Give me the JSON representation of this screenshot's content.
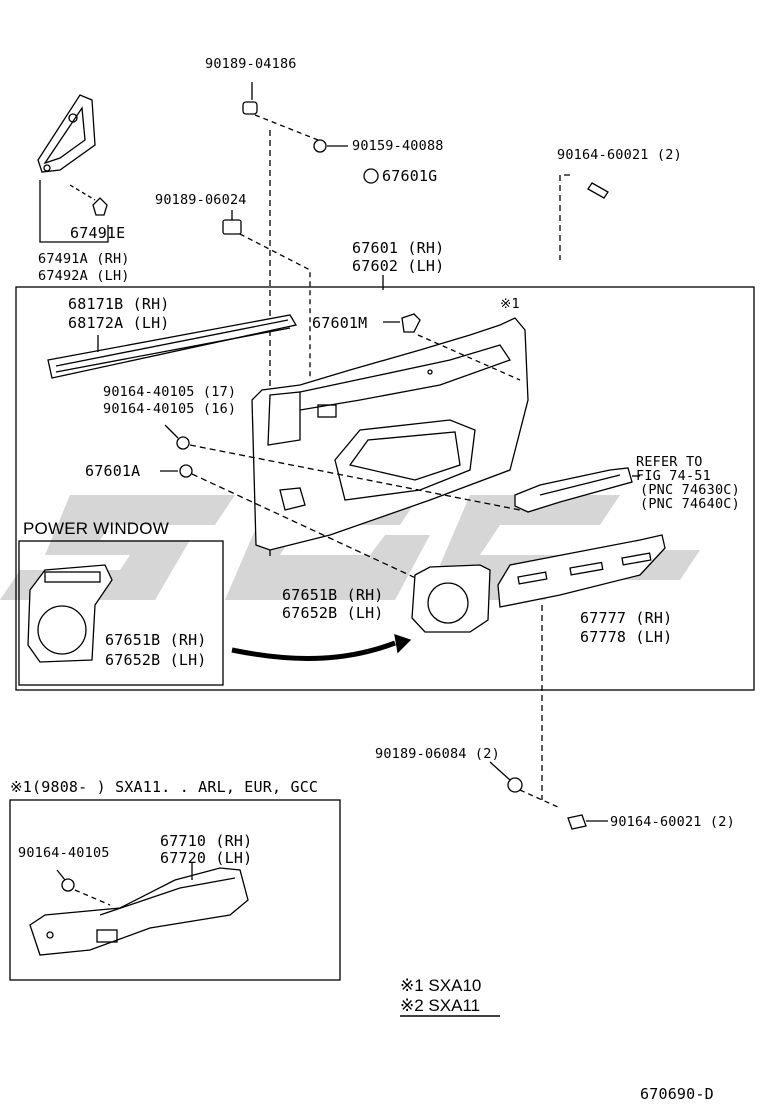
{
  "parts": {
    "p90189_04186": "90189-04186",
    "p90159_40088": "90159-40088",
    "p67601G": "67601G",
    "p90164_60021_top": "90164-60021 (2)",
    "p90189_06024": "90189-06024",
    "p67491E": "67491E",
    "p67491A": "67491A (RH)",
    "p67492A": "67492A (LH)",
    "p67601": "67601 (RH)",
    "p67602": "67602 (LH)",
    "p68171B": "68171B (RH)",
    "p68172A": "68172A (LH)",
    "p67601M": "67601M",
    "mark1": "※1",
    "p90164_40105_17": "90164-40105 (17)",
    "p90164_40105_16": "90164-40105 (16)",
    "p67601A": "67601A",
    "refer1": "REFER TO",
    "refer2": "FIG 74-51",
    "refer3": "(PNC 74630C)",
    "refer4": "(PNC 74640C)",
    "power_window": "POWER WINDOW",
    "p67651B_pw": "67651B (RH)",
    "p67652B_pw": "67652B (LH)",
    "p67651B": "67651B (RH)",
    "p67652B": "67652B (LH)",
    "p67777": "67777 (RH)",
    "p67778": "67778 (LH)",
    "p90189_06084": "90189-06084 (2)",
    "p90164_60021_bot": "90164-60021 (2)",
    "sub_header": "※1(9808-       ) SXA11. . ARL, EUR, GCC",
    "p90164_40105": "90164-40105",
    "p67710": "67710 (RH)",
    "p67720": "67720 (LH)",
    "legend1": "※1 SXA10",
    "legend2": "※2 SXA11",
    "diagram_code": "670690-D"
  },
  "watermark_color": "#c8c8c8"
}
